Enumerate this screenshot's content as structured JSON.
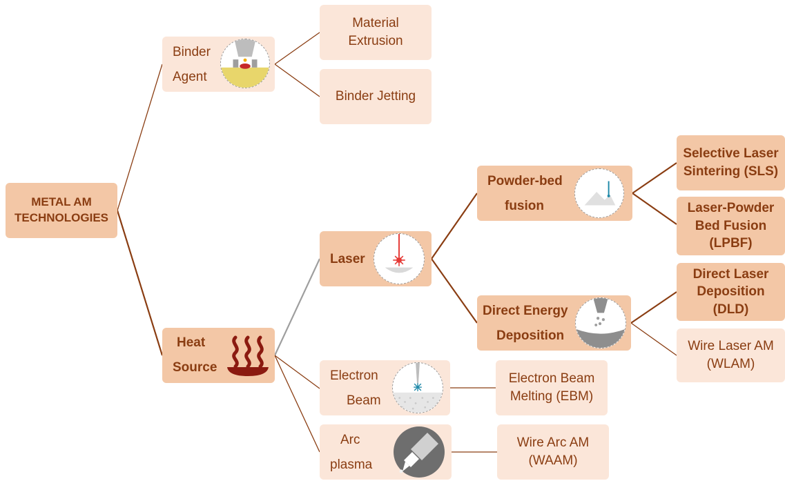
{
  "root": {
    "label_line1": "METAL AM",
    "label_line2": "TECHNOLOGIES"
  },
  "binder": {
    "label_line1": "Binder",
    "label_line2": "Agent",
    "children": [
      {
        "line1": "Material",
        "line2": "Extrusion"
      },
      {
        "line1": "Binder Jetting"
      }
    ]
  },
  "heat": {
    "label_line1": "Heat",
    "label_line2": "Source",
    "laser": {
      "label": "Laser",
      "pbf": {
        "label_line1": "Powder-bed",
        "label_line2": "fusion",
        "children": [
          {
            "line1": "Selective Laser",
            "line2": "Sintering (SLS)"
          },
          {
            "line1": "Laser-Powder",
            "line2": "Bed Fusion",
            "line3": "(LPBF)"
          }
        ]
      },
      "ded": {
        "label_line1": "Direct Energy",
        "label_line2": "Deposition",
        "children": [
          {
            "line1": "Direct Laser",
            "line2": "Deposition",
            "line3": "(DLD)"
          },
          {
            "line1": "Wire Laser AM",
            "line2": "(WLAM)"
          }
        ]
      }
    },
    "electron_beam": {
      "label_line1": "Electron",
      "label_line2": "Beam",
      "child": {
        "line1": "Electron Beam",
        "line2": "Melting (EBM)"
      }
    },
    "arc": {
      "label_line1": "Arc",
      "label_line2": "plasma",
      "child": {
        "line1": "Wire Arc AM",
        "line2": "(WAAM)"
      }
    }
  },
  "colors": {
    "dark_box": "#f3c7a6",
    "light_box": "#fbe6d9",
    "text": "#8a3d12",
    "connector": "#8a3d12",
    "gray_connector": "#9e9e9e"
  }
}
